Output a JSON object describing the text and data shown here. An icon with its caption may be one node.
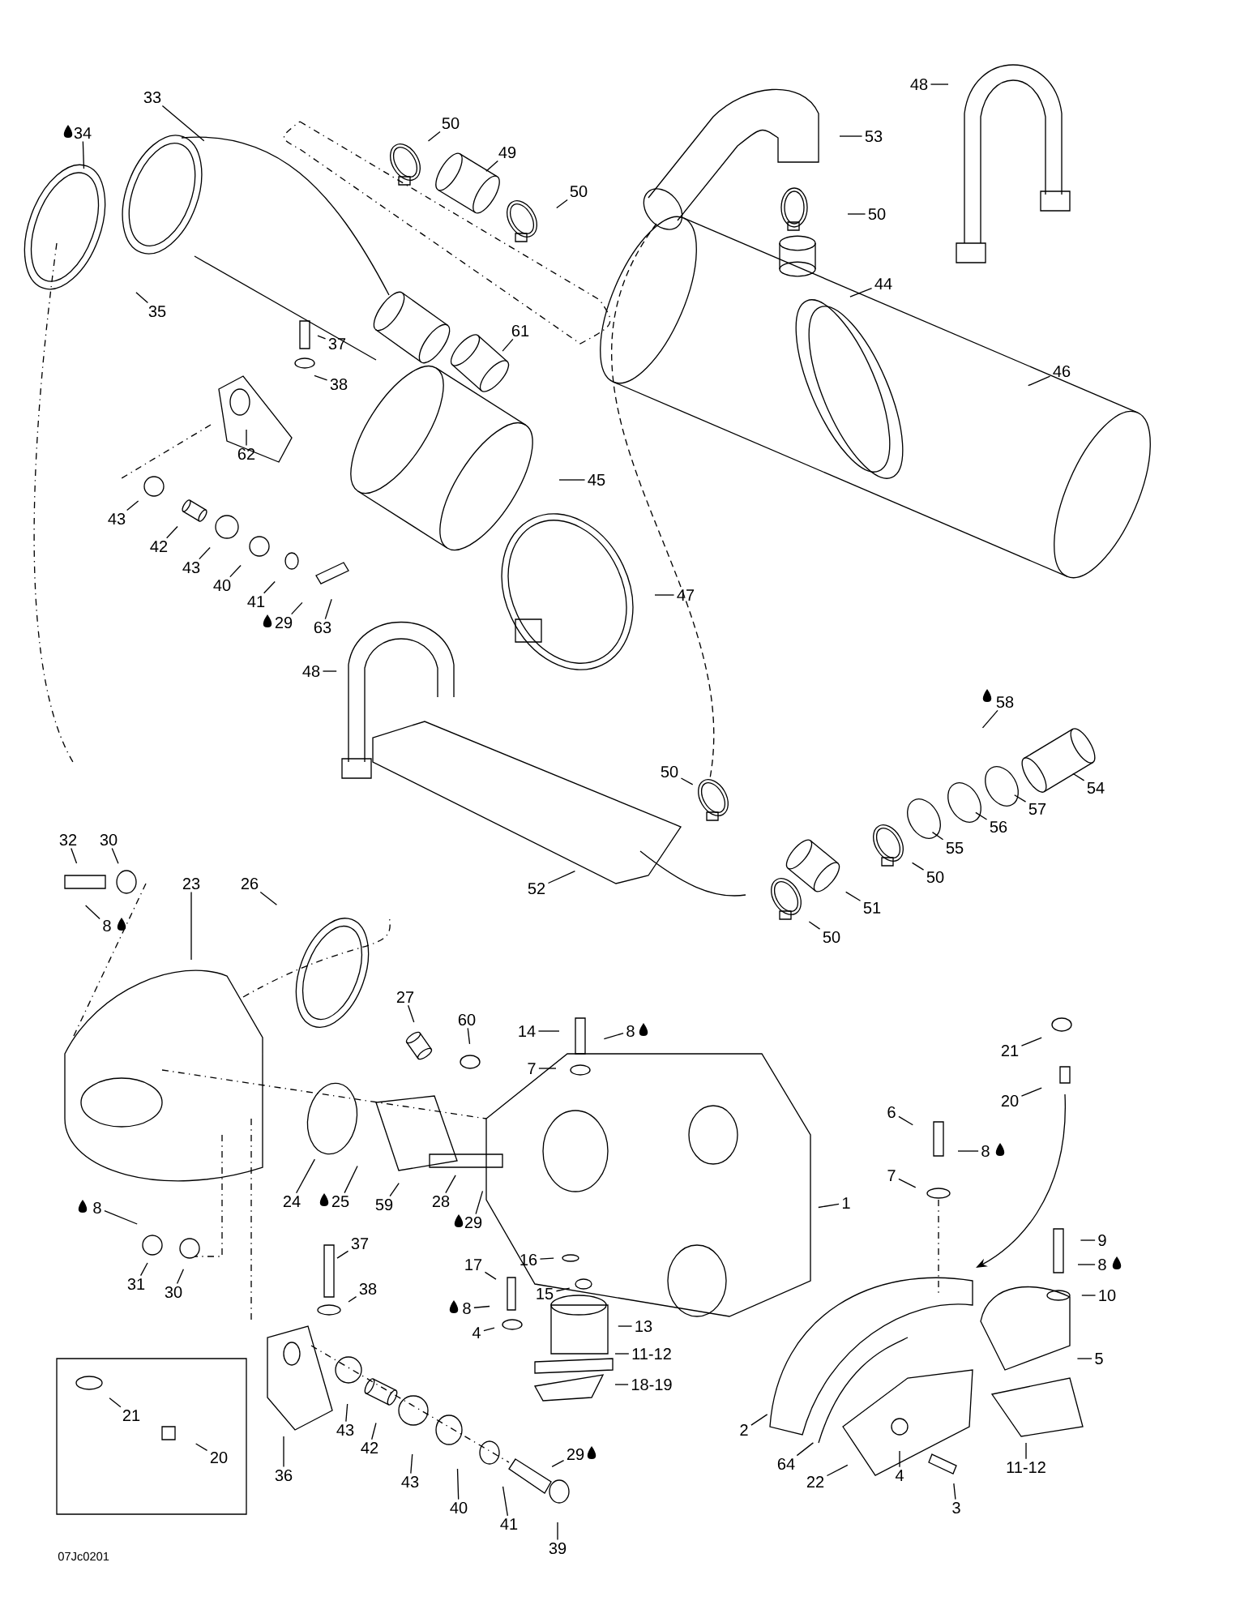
{
  "diagram": {
    "nodes": [
      {
        "text": [
          "33"
        ]
      },
      {
        "text": [
          "34"
        ]
      },
      {
        "text": [
          "35"
        ]
      },
      {
        "text": [
          "50"
        ]
      },
      {
        "text": [
          "49"
        ]
      },
      {
        "text": [
          "50"
        ]
      },
      {
        "text": [
          "53"
        ]
      },
      {
        "text": [
          "48"
        ]
      },
      {
        "text": [
          "50"
        ]
      },
      {
        "text": [
          "44"
        ]
      },
      {
        "text": [
          "46"
        ]
      },
      {
        "text": [
          "37"
        ]
      },
      {
        "text": [
          "38"
        ]
      },
      {
        "text": [
          "61"
        ]
      },
      {
        "text": [
          "62"
        ]
      },
      {
        "text": [
          "45"
        ]
      },
      {
        "text": [
          "43"
        ]
      },
      {
        "text": [
          "42"
        ]
      },
      {
        "text": [
          "43"
        ]
      },
      {
        "text": [
          "40"
        ]
      },
      {
        "text": [
          "41"
        ]
      },
      {
        "text": [
          "29"
        ]
      },
      {
        "text": [
          "63"
        ]
      },
      {
        "text": [
          "48"
        ]
      },
      {
        "text": [
          "47"
        ]
      },
      {
        "text": [
          "58"
        ]
      },
      {
        "text": [
          "54"
        ]
      },
      {
        "text": [
          "57"
        ]
      },
      {
        "text": [
          "56"
        ]
      },
      {
        "text": [
          "55"
        ]
      },
      {
        "text": [
          "50"
        ]
      },
      {
        "text": [
          "51"
        ]
      },
      {
        "text": [
          "50"
        ]
      },
      {
        "text": [
          "50"
        ]
      },
      {
        "text": [
          "52"
        ]
      },
      {
        "text": [
          "32"
        ]
      },
      {
        "text": [
          "30"
        ]
      },
      {
        "text": [
          "8"
        ]
      },
      {
        "text": [
          "23"
        ]
      },
      {
        "text": [
          "26"
        ]
      },
      {
        "text": [
          "27"
        ]
      },
      {
        "text": [
          "60"
        ]
      },
      {
        "text": [
          "14"
        ]
      },
      {
        "text": [
          "8"
        ]
      },
      {
        "text": [
          "7"
        ]
      },
      {
        "text": [
          "24"
        ]
      },
      {
        "text": [
          "25"
        ]
      },
      {
        "text": [
          "59"
        ]
      },
      {
        "text": [
          "28"
        ]
      },
      {
        "text": [
          "29"
        ]
      },
      {
        "text": [
          "8"
        ]
      },
      {
        "text": [
          "31"
        ]
      },
      {
        "text": [
          "30"
        ]
      },
      {
        "text": [
          "37"
        ]
      },
      {
        "text": [
          "38"
        ]
      },
      {
        "text": [
          "17"
        ]
      },
      {
        "text": [
          "16"
        ]
      },
      {
        "text": [
          "15"
        ]
      },
      {
        "text": [
          "8"
        ]
      },
      {
        "text": [
          "4"
        ]
      },
      {
        "text": [
          "13"
        ]
      },
      {
        "text": [
          "11-12"
        ]
      },
      {
        "text": [
          "18-19"
        ]
      },
      {
        "text": [
          "1"
        ]
      },
      {
        "text": [
          "21"
        ]
      },
      {
        "text": [
          "20"
        ]
      },
      {
        "text": [
          "6"
        ]
      },
      {
        "text": [
          "8"
        ]
      },
      {
        "text": [
          "7"
        ]
      },
      {
        "text": [
          "9"
        ]
      },
      {
        "text": [
          "8"
        ]
      },
      {
        "text": [
          "10"
        ]
      },
      {
        "text": [
          "5"
        ]
      },
      {
        "text": [
          "2"
        ]
      },
      {
        "text": [
          "64"
        ]
      },
      {
        "text": [
          "22"
        ]
      },
      {
        "text": [
          "4"
        ]
      },
      {
        "text": [
          "3"
        ]
      },
      {
        "text": [
          "11-12"
        ]
      },
      {
        "text": [
          "21"
        ]
      },
      {
        "text": [
          "20"
        ]
      },
      {
        "text": [
          "36"
        ]
      },
      {
        "text": [
          "43"
        ]
      },
      {
        "text": [
          "42"
        ]
      },
      {
        "text": [
          "43"
        ]
      },
      {
        "text": [
          "40"
        ]
      },
      {
        "text": [
          "41"
        ]
      },
      {
        "text": [
          "29"
        ]
      },
      {
        "text": [
          "39"
        ]
      }
    ],
    "edges": [
      {
        "from": 0,
        "to": null,
        "arrow": "none"
      },
      {
        "from": 1,
        "to": null,
        "arrow": "none"
      },
      {
        "from": 2,
        "to": null,
        "arrow": "none"
      },
      {
        "from": 3,
        "to": null,
        "arrow": "none"
      },
      {
        "from": 4,
        "to": null,
        "arrow": "none"
      },
      {
        "from": 5,
        "to": null,
        "arrow": "none"
      },
      {
        "from": 6,
        "to": null,
        "arrow": "none"
      },
      {
        "from": 7,
        "to": null,
        "arrow": "none"
      },
      {
        "from": 8,
        "to": null,
        "arrow": "none"
      },
      {
        "from": 9,
        "to": null,
        "arrow": "none"
      },
      {
        "from": 10,
        "to": null,
        "arrow": "none"
      },
      {
        "from": 11,
        "to": null,
        "arrow": "none"
      },
      {
        "from": 12,
        "to": null,
        "arrow": "none"
      },
      {
        "from": 13,
        "to": null,
        "arrow": "none"
      },
      {
        "from": 14,
        "to": null,
        "arrow": "none"
      },
      {
        "from": 15,
        "to": null,
        "arrow": "none"
      },
      {
        "from": 16,
        "to": null,
        "arrow": "none"
      },
      {
        "from": 17,
        "to": null,
        "arrow": "none"
      },
      {
        "from": 18,
        "to": null,
        "arrow": "none"
      },
      {
        "from": 19,
        "to": null,
        "arrow": "none"
      },
      {
        "from": 20,
        "to": null,
        "arrow": "none"
      },
      {
        "from": 21,
        "to": null,
        "arrow": "none"
      },
      {
        "from": 22,
        "to": null,
        "arrow": "none"
      },
      {
        "from": 23,
        "to": null,
        "arrow": "none"
      },
      {
        "from": 24,
        "to": null,
        "arrow": "none"
      },
      {
        "from": 25,
        "to": null,
        "arrow": "none"
      },
      {
        "from": 26,
        "to": null,
        "arrow": "none"
      },
      {
        "from": 27,
        "to": null,
        "arrow": "none"
      },
      {
        "from": 28,
        "to": null,
        "arrow": "none"
      },
      {
        "from": 29,
        "to": null,
        "arrow": "none"
      },
      {
        "from": 30,
        "to": null,
        "arrow": "none"
      },
      {
        "from": 31,
        "to": null,
        "arrow": "none"
      },
      {
        "from": 32,
        "to": null,
        "arrow": "none"
      },
      {
        "from": 33,
        "to": null,
        "arrow": "none"
      },
      {
        "from": 34,
        "to": null,
        "arrow": "none"
      },
      {
        "from": 35,
        "to": null,
        "arrow": "none"
      },
      {
        "from": 36,
        "to": null,
        "arrow": "none"
      },
      {
        "from": 37,
        "to": null,
        "arrow": "none"
      },
      {
        "from": 38,
        "to": null,
        "arrow": "none"
      },
      {
        "from": 39,
        "to": null,
        "arrow": "none"
      },
      {
        "from": 40,
        "to": null,
        "arrow": "none"
      },
      {
        "from": 41,
        "to": null,
        "arrow": "none"
      },
      {
        "from": 42,
        "to": null,
        "arrow": "none"
      },
      {
        "from": 43,
        "to": null,
        "arrow": "none"
      },
      {
        "from": 44,
        "to": null,
        "arrow": "none"
      },
      {
        "from": 45,
        "to": null,
        "arrow": "none"
      },
      {
        "from": 46,
        "to": null,
        "arrow": "none"
      },
      {
        "from": 47,
        "to": null,
        "arrow": "none"
      },
      {
        "from": 48,
        "to": null,
        "arrow": "none"
      },
      {
        "from": 49,
        "to": null,
        "arrow": "none"
      },
      {
        "from": 50,
        "to": null,
        "arrow": "none"
      },
      {
        "from": 51,
        "to": null,
        "arrow": "none"
      },
      {
        "from": 52,
        "to": null,
        "arrow": "none"
      },
      {
        "from": 53,
        "to": null,
        "arrow": "none"
      },
      {
        "from": 54,
        "to": null,
        "arrow": "none"
      },
      {
        "from": 55,
        "to": null,
        "arrow": "none"
      },
      {
        "from": 56,
        "to": null,
        "arrow": "none"
      },
      {
        "from": 57,
        "to": null,
        "arrow": "none"
      },
      {
        "from": 58,
        "to": null,
        "arrow": "none"
      },
      {
        "from": 59,
        "to": null,
        "arrow": "none"
      },
      {
        "from": 60,
        "to": null,
        "arrow": "none"
      },
      {
        "from": 61,
        "to": null,
        "arrow": "none"
      },
      {
        "from": 62,
        "to": null,
        "arrow": "none"
      },
      {
        "from": 63,
        "to": null,
        "arrow": "none"
      },
      {
        "from": 64,
        "to": null,
        "arrow": "none"
      },
      {
        "from": 65,
        "to": null,
        "arrow": "none"
      },
      {
        "from": 66,
        "to": null,
        "arrow": "none"
      },
      {
        "from": 67,
        "to": null,
        "arrow": "none"
      },
      {
        "from": 68,
        "to": null,
        "arrow": "none"
      },
      {
        "from": 69,
        "to": null,
        "arrow": "none"
      },
      {
        "from": 70,
        "to": null,
        "arrow": "none"
      },
      {
        "from": 71,
        "to": null,
        "arrow": "none"
      },
      {
        "from": 72,
        "to": null,
        "arrow": "none"
      },
      {
        "from": 73,
        "to": null,
        "arrow": "none"
      },
      {
        "from": 74,
        "to": null,
        "arrow": "none"
      },
      {
        "from": 75,
        "to": null,
        "arrow": "none"
      },
      {
        "from": 76,
        "to": null,
        "arrow": "none"
      },
      {
        "from": 77,
        "to": null,
        "arrow": "none"
      },
      {
        "from": 78,
        "to": null,
        "arrow": "none"
      },
      {
        "from": 79,
        "to": null,
        "arrow": "none"
      },
      {
        "from": 80,
        "to": null,
        "arrow": "none"
      },
      {
        "from": 81,
        "to": null,
        "arrow": "none"
      },
      {
        "from": 82,
        "to": null,
        "arrow": "none"
      },
      {
        "from": 83,
        "to": null,
        "arrow": "none"
      },
      {
        "from": 84,
        "to": null,
        "arrow": "none"
      },
      {
        "from": 85,
        "to": null,
        "arrow": "none"
      },
      {
        "from": 86,
        "to": null,
        "arrow": "none"
      },
      {
        "from": 87,
        "to": null,
        "arrow": "none"
      },
      {
        "from": 88,
        "to": null,
        "arrow": "none"
      }
    ],
    "labels": [
      "07Jc0201"
    ]
  }
}
